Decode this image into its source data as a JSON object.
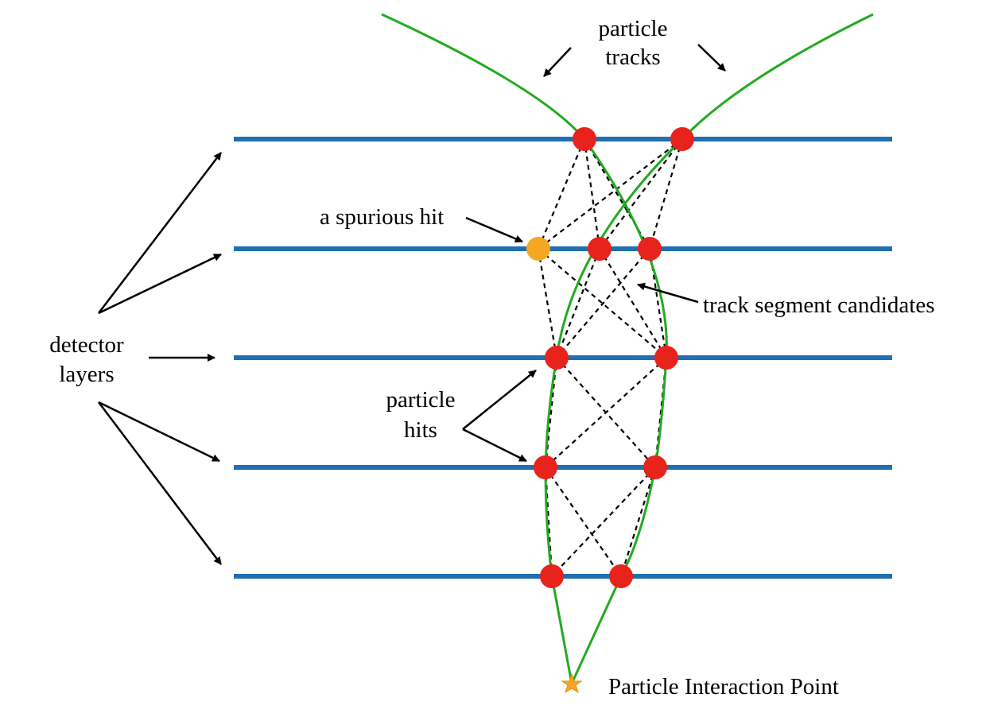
{
  "labels": {
    "particle_tracks_line1": "particle",
    "particle_tracks_line2": "tracks",
    "spurious_hit": "a spurious hit",
    "track_segment_candidates": "track segment candidates",
    "detector_layers_line1": "detector",
    "detector_layers_line2": "layers",
    "particle_hits_line1": "particle",
    "particle_hits_line2": "hits",
    "interaction_point": "Particle Interaction Point"
  },
  "colors": {
    "detector_layer": "#1f6fb2",
    "track": "#22aa22",
    "hit": "#e8231b",
    "spurious_hit": "#f5a623",
    "interaction_point": "#f5a623",
    "segment": "#000000",
    "arrow": "#000000"
  },
  "icons": {
    "interaction_point": "star-icon"
  }
}
